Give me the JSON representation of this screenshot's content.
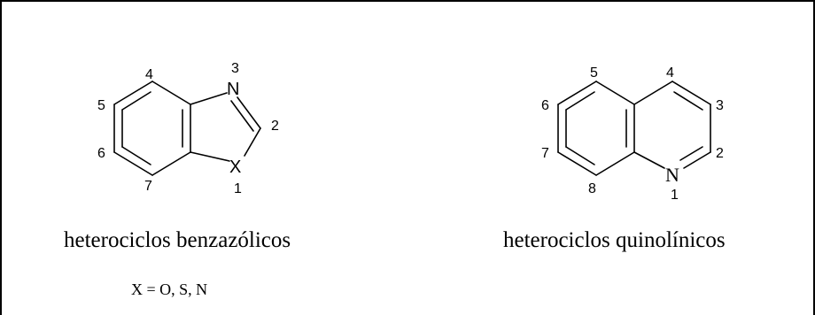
{
  "benzazole": {
    "caption": "heterociclos benzazólicos",
    "substituent_note": "X = O, S, N",
    "atoms": {
      "n3": "N",
      "x1": "X"
    },
    "positions": [
      "1",
      "2",
      "3",
      "4",
      "5",
      "6",
      "7"
    ]
  },
  "quinoline": {
    "caption": "heterociclos quinolínicos",
    "atoms": {
      "n1": "N"
    },
    "positions": [
      "1",
      "2",
      "3",
      "4",
      "5",
      "6",
      "7",
      "8"
    ]
  }
}
